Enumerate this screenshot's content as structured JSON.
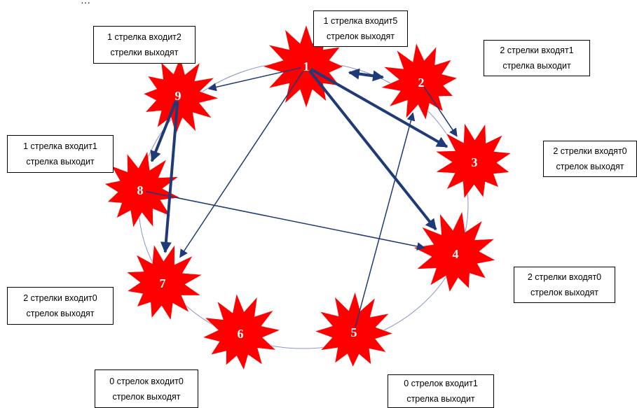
{
  "header_text": "…",
  "colors": {
    "star_fill": "#ff0000",
    "arrow": "#1f3a78",
    "circle": "#8a94c8"
  },
  "nodes": [
    {
      "id": "1",
      "label": "1"
    },
    {
      "id": "2",
      "label": "2"
    },
    {
      "id": "3",
      "label": "3"
    },
    {
      "id": "4",
      "label": "4"
    },
    {
      "id": "5",
      "label": "5"
    },
    {
      "id": "6",
      "label": "6"
    },
    {
      "id": "7",
      "label": "7"
    },
    {
      "id": "8",
      "label": "8"
    },
    {
      "id": "9",
      "label": "9"
    }
  ],
  "edges": [
    {
      "from": "1",
      "to": "9",
      "weight": "thin"
    },
    {
      "from": "1",
      "to": "2",
      "weight": "thick",
      "bidirectional": true
    },
    {
      "from": "1",
      "to": "3",
      "weight": "thick"
    },
    {
      "from": "1",
      "to": "4",
      "weight": "thick"
    },
    {
      "from": "1",
      "to": "7",
      "weight": "thin"
    },
    {
      "from": "2",
      "to": "3",
      "weight": "thin"
    },
    {
      "from": "5",
      "to": "2",
      "weight": "thin"
    },
    {
      "from": "8",
      "to": "4",
      "weight": "thin"
    },
    {
      "from": "9",
      "to": "8",
      "weight": "thick"
    },
    {
      "from": "9",
      "to": "7",
      "weight": "thick"
    }
  ],
  "labels": {
    "n1": {
      "line1": "1 стрелка входит5",
      "line2": "стрелок выходят"
    },
    "n2": {
      "line1": "2 стрелки входят1",
      "line2": "стрелка выходит"
    },
    "n3": {
      "line1": "2 стрелки входят0",
      "line2": "стрелок выходят"
    },
    "n4": {
      "line1": "2 стрелки входят0",
      "line2": "стрелок выходят"
    },
    "n5": {
      "line1": "0 стрелок входит1",
      "line2": "стрелка выходит"
    },
    "n6": {
      "line1": "0 стрелок входит0",
      "line2": "стрелок выходят"
    },
    "n7": {
      "line1": "2 стрелки входит0",
      "line2": "стрелок выходят"
    },
    "n8": {
      "line1": "1 стрелка входит1",
      "line2": "стрелка выходит"
    },
    "n9": {
      "line1": "1 стрелка входит2",
      "line2": "стрелки выходят"
    }
  }
}
